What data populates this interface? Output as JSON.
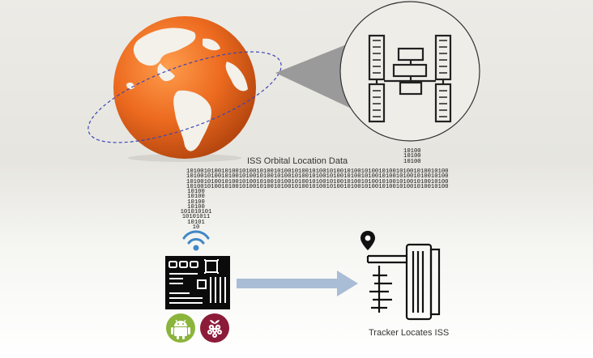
{
  "diagram": {
    "data_label": "ISS Orbital Location Data",
    "tracker_label": "Tracker Locates ISS",
    "binary_top": "10100\n10100\n10100",
    "binary_block": "101001010010100101001010010100101001010010100101001010010100101001010010100\n101001010010100101001010010100101001010010100101001010010100101001010010100\n101001010010100101001010010100101001010010100101001010010100101001010010100\n101001010010100101001010010100101001010010100101001010010100101001010010100",
    "binary_tail": "10100\n10100\n10100\n10100\n101010101\n10101011\n10101\n10",
    "colors": {
      "earth": "#e8661c",
      "orbit": "#3b45b5",
      "arrow": "#a9bdd6",
      "android": "#8bb43c",
      "raspberry": "#8c1b3a"
    },
    "icons": [
      "globe-icon",
      "satellite-icon",
      "wireless-signal-icon",
      "circuit-board-icon",
      "android-icon",
      "raspberry-pi-icon",
      "location-pin-icon",
      "tracker-device-icon"
    ]
  }
}
